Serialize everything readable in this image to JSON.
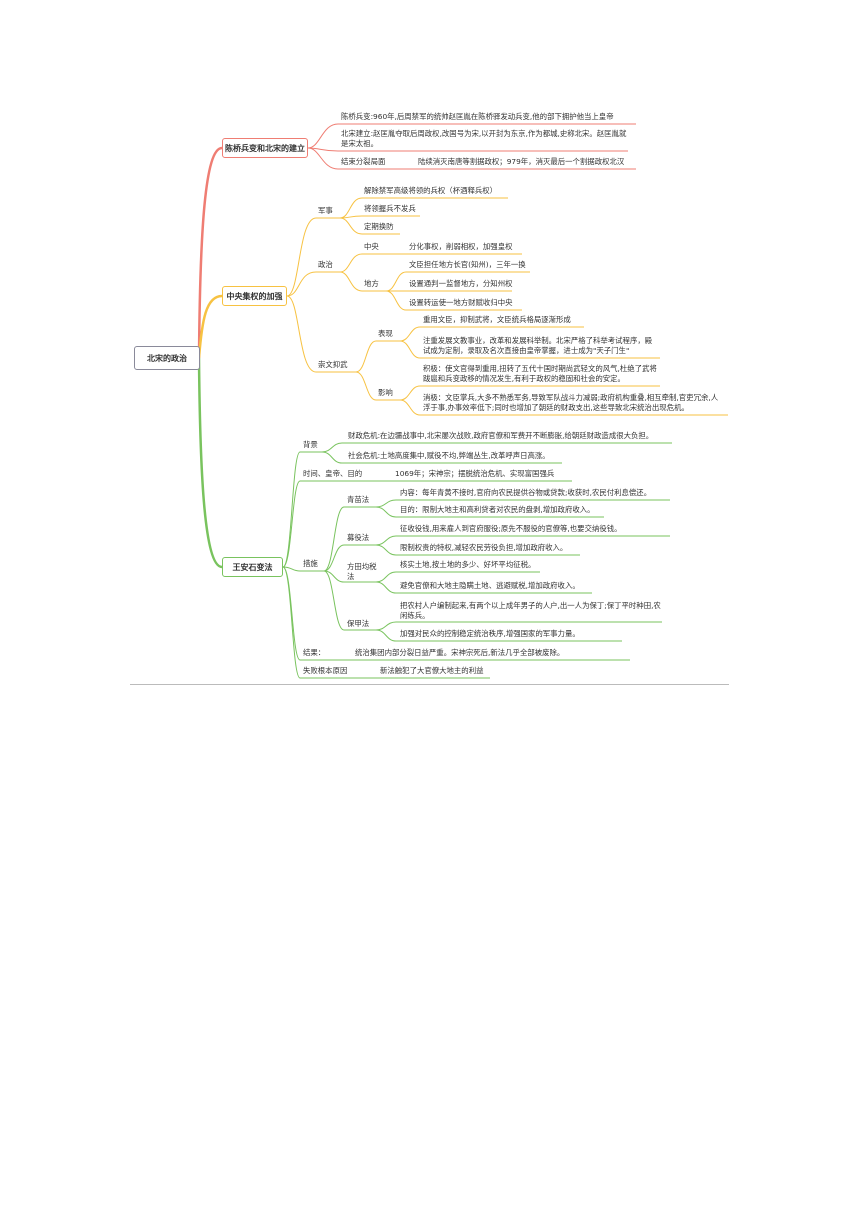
{
  "root": {
    "label": "北宋的政治"
  },
  "colors": {
    "red": "#ef7d73",
    "orange": "#f7c242",
    "green": "#79c35e",
    "root_border": "#8a8a9a"
  },
  "branches": {
    "chenqiao": {
      "label": "陈桥兵变和北宋的建立",
      "items": [
        "陈桥兵变:960年,后周禁军的统帅赵匡胤在陈桥驿发动兵变,他的部下拥护他当上皇帝",
        "北宋建立:赵匡胤夺取后周政权,改国号为宋,以开封为东京,作为都城,史称北宋。赵匡胤就是宋太祖。",
        "结束分裂局面",
        "陆续消灭南唐等割据政权；979年，消灭最后一个割据政权北汉"
      ]
    },
    "centralization": {
      "label": "中央集权的加强",
      "military": {
        "label": "军事",
        "items": [
          "解除禁军高级将领的兵权（杯酒释兵权）",
          "将领握兵不发兵",
          "定期换防"
        ]
      },
      "politics": {
        "label": "政治",
        "central": {
          "label": "中央",
          "item": "分化事权，削弱相权，加强皇权"
        },
        "local": {
          "label": "地方",
          "items": [
            "文臣担任地方长官(知州)，三年一换",
            "设置通判一监督地方，分知州权",
            "设置转运使一地方财赋收归中央"
          ]
        }
      },
      "culture": {
        "label": "崇文抑武",
        "expression": {
          "label": "表现",
          "items": [
            "重用文臣，抑制武将，文臣统兵格局逐渐形成",
            "注重发展文教事业，改革和发展科举制。北宋严格了科举考试程序，殿试成为定制，录取及名次直接由皇帝掌握，进士成为\"天子门生\""
          ]
        },
        "influence": {
          "label": "影响",
          "items": [
            "积极：使文官得到重用,扭转了五代十国时期尚武轻文的风气,杜绝了武将跋扈和兵变政移的情况发生,有利于政权的稳固和社会的安定。",
            "消极：文臣掌兵,大多不熟悉军务,导致军队战斗力减弱;政府机构重叠,相互牵制,官吏冗余,人浮于事,办事效率低下;同时也增加了朝廷的财政支出,这些导致北宋统治出现危机。"
          ]
        }
      }
    },
    "wanganshi": {
      "label": "王安石变法",
      "background": {
        "label": "背景",
        "items": [
          "财政危机:在边疆战事中,北宋屡次战败,政府官僚和军费开不断膨胀,给朝廷财政造成很大负担。",
          "社会危机:土地高度集中,赋役不均,弊端丛生,改革呼声日高涨。"
        ]
      },
      "time": {
        "label": "时间、皇帝、目的",
        "value": "1069年；宋神宗；摆脱统治危机、实现富国强兵"
      },
      "measures": {
        "label": "措施",
        "qingmiao": {
          "label": "青苗法",
          "items": [
            "内容：每年青黄不接时,官府向农民提供谷物或贷款;收获时,农民付利息偿还。",
            "目的：限制大地主和高利贷者对农民的盘剥,增加政府收入。"
          ]
        },
        "muyi": {
          "label": "募役法",
          "items": [
            "征收役钱,用来雇人到官府服役;原先不服役的官僚等,也要交纳役钱。",
            "限制权贵的特权,减轻农民劳役负担,增加政府收入。"
          ]
        },
        "fangtian": {
          "label": "方田均税法",
          "items": [
            "核实土地,按土地的多少、好坏平均征税。",
            "避免官僚和大地主隐瞒土地、逃避赋税,增加政府收入。"
          ]
        },
        "baojia": {
          "label": "保甲法",
          "items": [
            "把农村人户编制起来,有两个以上成年男子的人户,出一人为保丁;保丁平时种田,农闲练兵。",
            "加强对民众的控制稳定统治秩序,增强国家的军事力量。"
          ]
        }
      },
      "result": {
        "label": "结果：",
        "value": "统治集团内部分裂日益严重。宋神宗死后,新法几乎全部被废除。"
      },
      "failure": {
        "label": "失败根本原因",
        "value": "新法触犯了大官僚大地主的利益"
      }
    }
  }
}
